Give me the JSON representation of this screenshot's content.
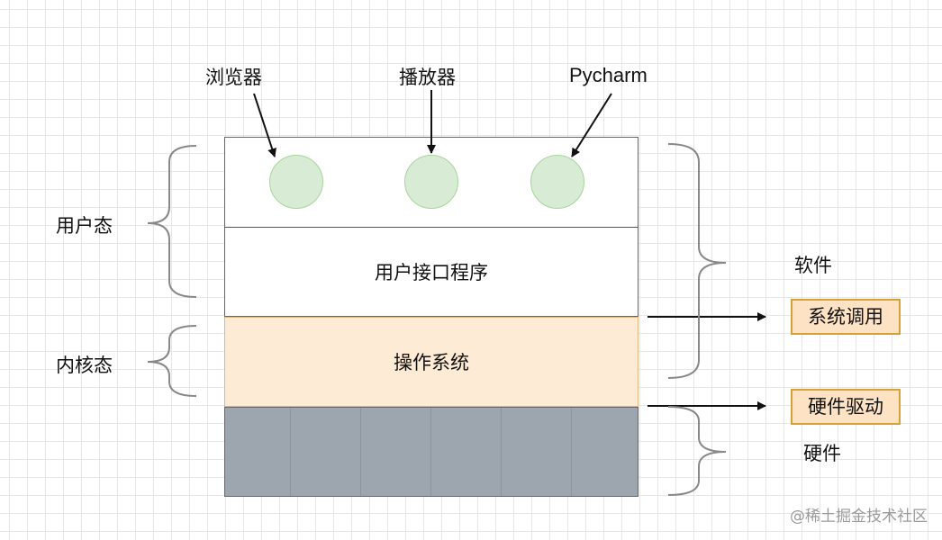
{
  "diagram": {
    "apps": [
      {
        "label": "浏览器"
      },
      {
        "label": "播放器"
      },
      {
        "label": "Pycharm"
      }
    ],
    "layers": {
      "ui_program": "用户接口程序",
      "os": "操作系统"
    },
    "modes": {
      "user": "用户态",
      "kernel": "内核态"
    },
    "groups": {
      "software": "软件",
      "hardware": "硬件"
    },
    "callouts": {
      "syscall": "系统调用",
      "driver": "硬件驱动"
    },
    "colors": {
      "app_circle_fill": "#d8ecd5",
      "os_layer_fill": "#fdebd5",
      "hardware_fill": "#9da6af",
      "callout_fill": "#fde2c4",
      "callout_border": "#d6a136"
    }
  },
  "watermark": "@稀土掘金技术社区"
}
